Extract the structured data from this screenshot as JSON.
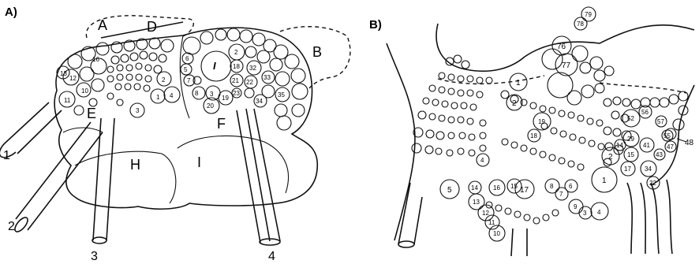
{
  "panels": [
    {
      "id": "A",
      "panel_label": "A)",
      "region_labels": [
        "A",
        "D",
        "B",
        "E",
        "F",
        "H",
        "I"
      ],
      "nerve_labels": [
        "1",
        "2",
        "3",
        "4"
      ],
      "cell_labels": [
        {
          "text": "16"
        },
        {
          "text": "13"
        },
        {
          "text": "12"
        },
        {
          "text": "10"
        },
        {
          "text": "11"
        },
        {
          "text": "3"
        },
        {
          "text": "2"
        },
        {
          "text": "1"
        },
        {
          "text": "4"
        },
        {
          "text": "6"
        },
        {
          "text": "5"
        },
        {
          "text": "7"
        },
        {
          "text": "8"
        },
        {
          "text": "2"
        },
        {
          "text": "I"
        },
        {
          "text": "3"
        },
        {
          "text": "20"
        },
        {
          "text": "19"
        },
        {
          "text": "18"
        },
        {
          "text": "21"
        },
        {
          "text": "22"
        },
        {
          "text": "23"
        },
        {
          "text": "32"
        },
        {
          "text": "33"
        },
        {
          "text": "35"
        },
        {
          "text": "34"
        }
      ]
    },
    {
      "id": "B",
      "panel_label": "B)",
      "cell_labels": [
        {
          "text": "79"
        },
        {
          "text": "78"
        },
        {
          "text": "76"
        },
        {
          "text": "77"
        },
        {
          "text": "1"
        },
        {
          "text": "2"
        },
        {
          "text": "19"
        },
        {
          "text": "18"
        },
        {
          "text": "4"
        },
        {
          "text": "5"
        },
        {
          "text": "17"
        },
        {
          "text": "14"
        },
        {
          "text": "16"
        },
        {
          "text": "15"
        },
        {
          "text": "13"
        },
        {
          "text": "12"
        },
        {
          "text": "11"
        },
        {
          "text": "10"
        },
        {
          "text": "8"
        },
        {
          "text": "7"
        },
        {
          "text": "6"
        },
        {
          "text": "9"
        },
        {
          "text": "3"
        },
        {
          "text": "4"
        },
        {
          "text": "2"
        },
        {
          "text": "1"
        },
        {
          "text": "52"
        },
        {
          "text": "56"
        },
        {
          "text": "57"
        },
        {
          "text": "55"
        },
        {
          "text": "29"
        },
        {
          "text": "41"
        },
        {
          "text": "15"
        },
        {
          "text": "17"
        },
        {
          "text": "34"
        },
        {
          "text": "22"
        },
        {
          "text": "14"
        },
        {
          "text": "43"
        },
        {
          "text": "47"
        }
      ],
      "callout_label": "48"
    }
  ]
}
